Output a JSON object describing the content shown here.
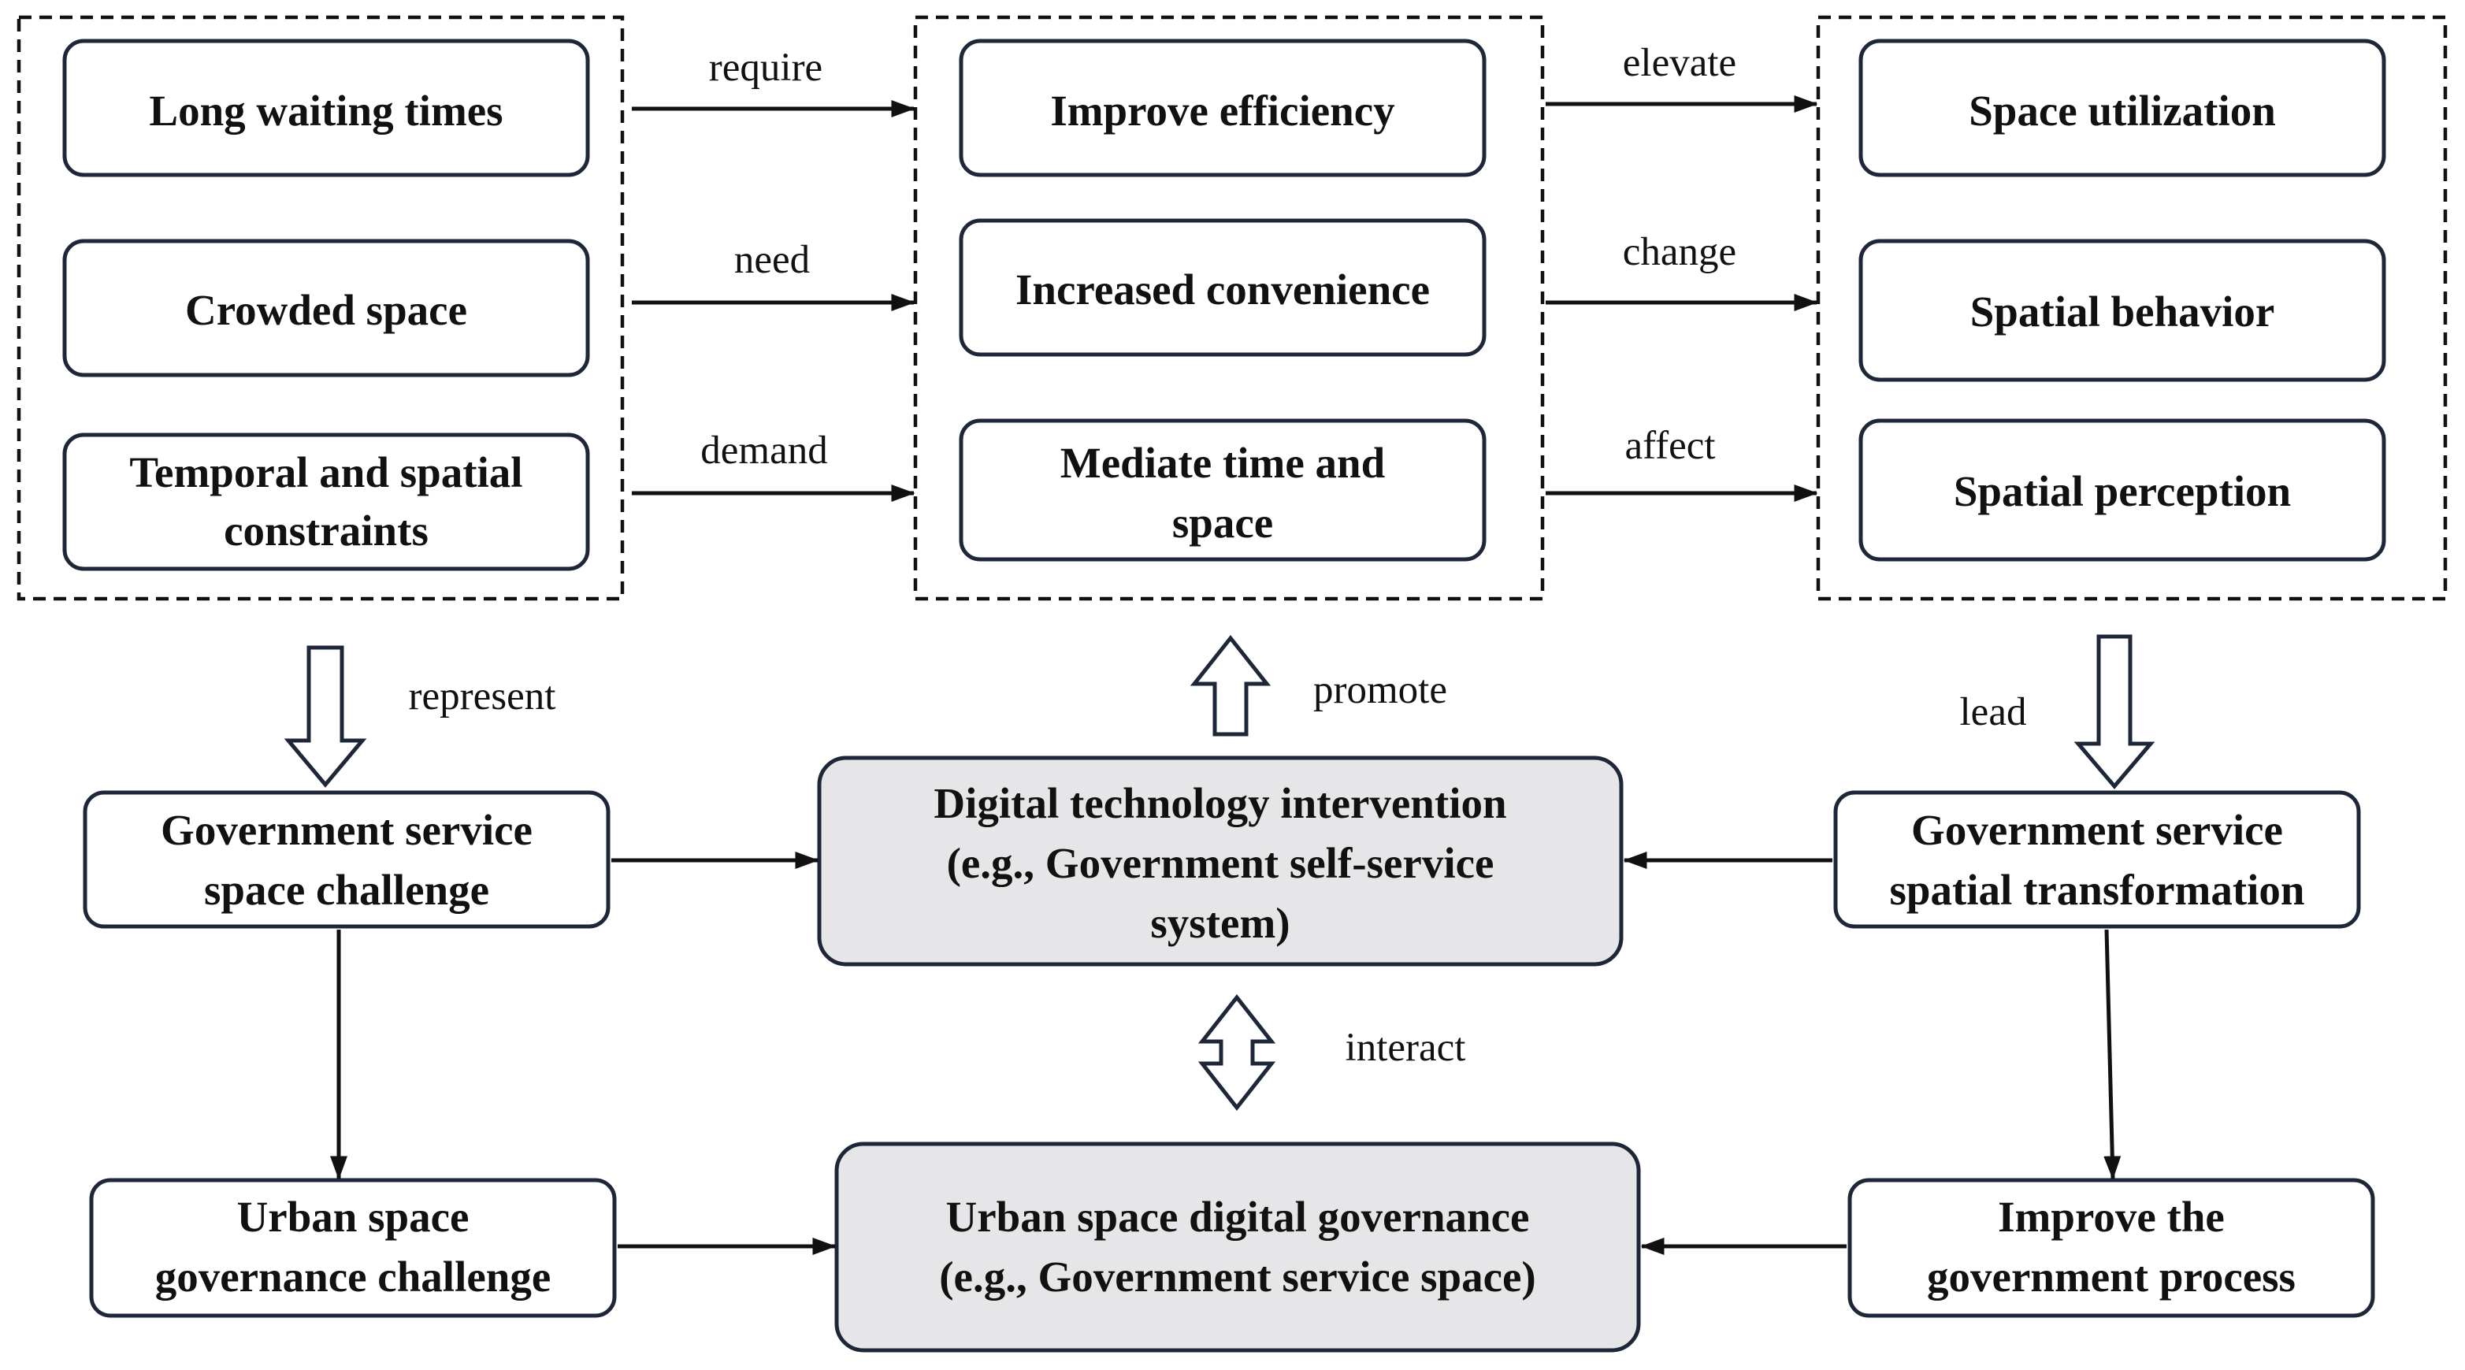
{
  "groups": {
    "challenges": [
      "Long waiting times",
      "Crowded space",
      "Temporal and spatial constraints"
    ],
    "goals": [
      "Improve efficiency",
      "Increased convenience",
      "Mediate time and space"
    ],
    "spatial_effects": [
      "Space utilization",
      "Spatial behavior",
      "Spatial perception"
    ]
  },
  "edge_labels": {
    "require": "require",
    "need": "need",
    "demand": "demand",
    "elevate": "elevate",
    "change": "change",
    "affect": "affect",
    "represent": "represent",
    "promote": "promote",
    "lead": "lead",
    "interact": "interact"
  },
  "nodes": {
    "gov_service_space_challenge": "Government service space challenge",
    "digital_technology_intervention": "Digital technology intervention (e.g., Government self-service system)",
    "gov_service_spatial_transformation": "Government service spatial transformation",
    "urban_space_governance_challenge": "Urban space governance challenge",
    "urban_space_digital_governance": "Urban space digital governance (e.g., Government service space)",
    "improve_government_process": "Improve the government process"
  }
}
